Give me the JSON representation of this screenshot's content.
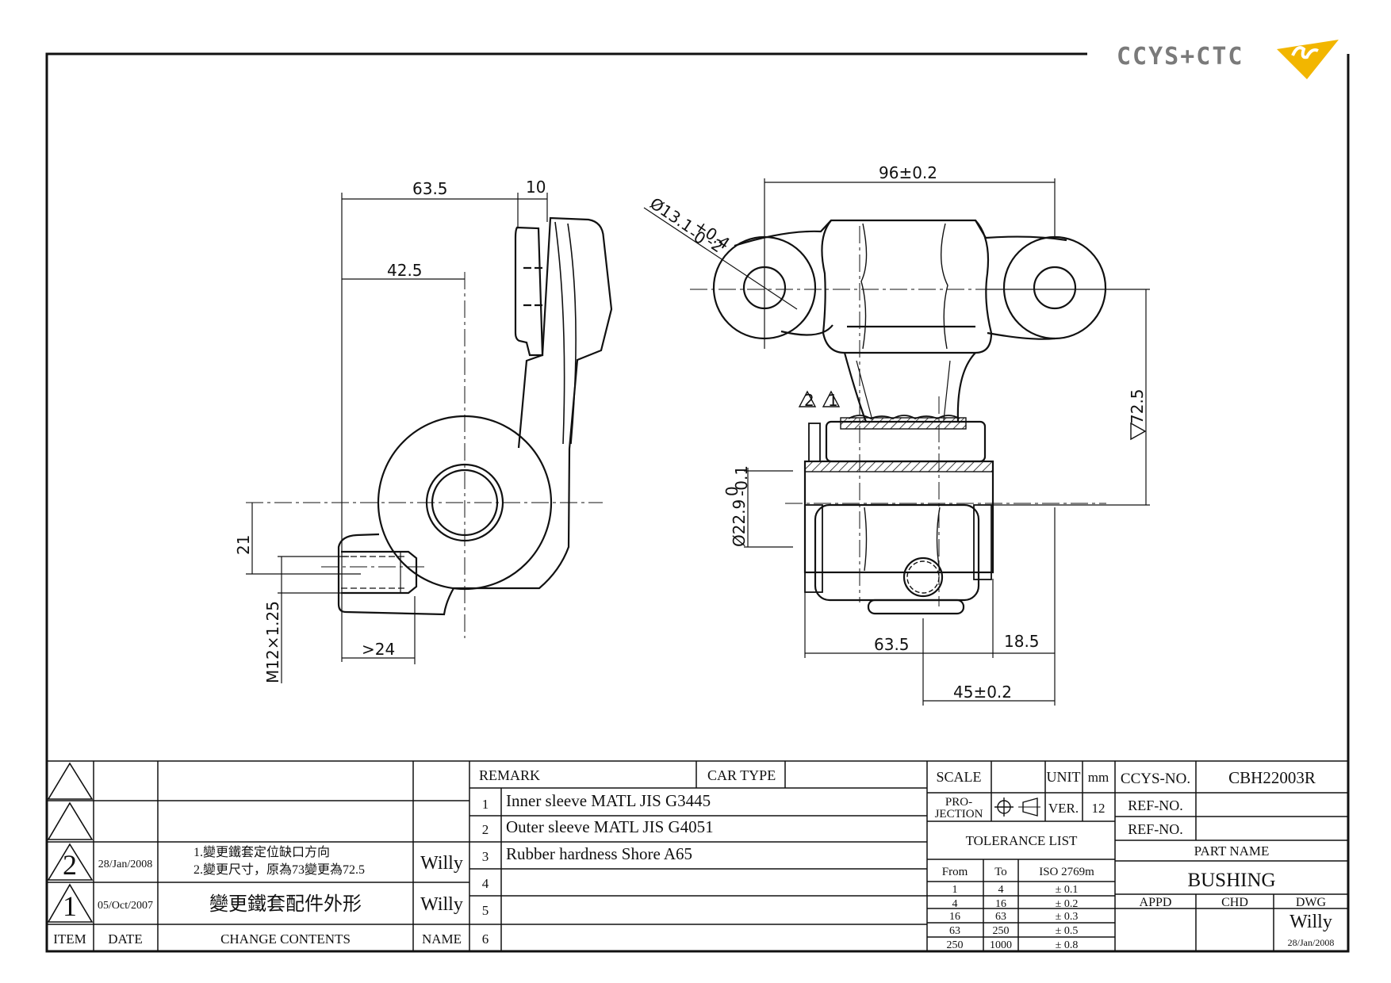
{
  "logo": {
    "text": "CCYS+CTC",
    "accent": "#f2b600"
  },
  "dimensions": {
    "side": {
      "width_top": "63.5",
      "flange": "10",
      "mid": "42.5",
      "offset": "21",
      "thread": "M12×1.25",
      "thread_len": ">24"
    },
    "front": {
      "width": "96±0.2",
      "hole": "Ø13.1",
      "hole_tol_upper": "+0.4",
      "hole_tol_lower": "-0",
      "hole_count": "-2",
      "height": "72.5",
      "sleeve_dia": "Ø22.9",
      "sleeve_tol_upper": "0",
      "sleeve_tol_lower": "-0.1",
      "len_a": "63.5",
      "len_b": "18.5",
      "len_c": "45±0.2"
    },
    "rev_marks": [
      "2",
      "1"
    ]
  },
  "revisions": {
    "rows": [
      {
        "item": "",
        "date": "",
        "contents": [],
        "name": ""
      },
      {
        "item": "",
        "date": "",
        "contents": [],
        "name": ""
      },
      {
        "item": "2",
        "date": "28/Jan/2008",
        "contents": [
          "1.變更鐵套定位缺口方向",
          "2.變更尺寸，原為73變更為72.5"
        ],
        "name": "Willy"
      },
      {
        "item": "1",
        "date": "05/Oct/2007",
        "contents": [
          "變更鐵套配件外形"
        ],
        "name": "Willy"
      }
    ],
    "headers": {
      "item": "ITEM",
      "date": "DATE",
      "contents": "CHANGE CONTENTS",
      "name": "NAME"
    }
  },
  "remarks": {
    "header": "REMARK",
    "car_type_label": "CAR TYPE",
    "car_type": "",
    "items": [
      {
        "no": "1",
        "text": "Inner sleeve MATL JIS G3445"
      },
      {
        "no": "2",
        "text": "Outer sleeve MATL JIS G4051"
      },
      {
        "no": "3",
        "text": "Rubber hardness Shore A65"
      },
      {
        "no": "4",
        "text": ""
      },
      {
        "no": "5",
        "text": ""
      },
      {
        "no": "6",
        "text": ""
      }
    ]
  },
  "spec": {
    "scale_label": "SCALE",
    "scale": "",
    "unit_label": "UNIT",
    "unit": "mm",
    "projection_label": [
      "PRO-",
      "JECTION"
    ],
    "ver_label": "VER.",
    "ver": "12",
    "tolerance_title": "TOLERANCE LIST",
    "tolerance_headers": [
      "From",
      "To",
      "ISO 2769m"
    ],
    "tolerance_rows": [
      [
        "1",
        "4",
        "± 0.1"
      ],
      [
        "4",
        "16",
        "± 0.2"
      ],
      [
        "16",
        "63",
        "± 0.3"
      ],
      [
        "63",
        "250",
        "± 0.5"
      ],
      [
        "250",
        "1000",
        "± 0.8"
      ]
    ]
  },
  "title_block": {
    "ccys_no_label": "CCYS-NO.",
    "ccys_no": "CBH22003R",
    "ref_no_label": "REF-NO.",
    "ref_no_1": "",
    "ref_no_2": "",
    "part_name_label": "PART NAME",
    "part_name": "BUSHING",
    "appd_label": "APPD",
    "chd_label": "CHD",
    "dwg_label": "DWG",
    "dwg_name": "Willy",
    "dwg_date": "28/Jan/2008"
  }
}
